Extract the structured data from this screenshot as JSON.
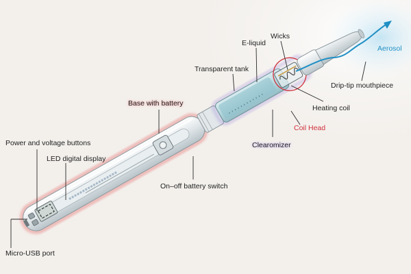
{
  "labels": {
    "aerosol": "Aerosol",
    "wicks": "Wicks",
    "e_liquid": "E-liquid",
    "transparent_tank": "Transparent tank",
    "drip_tip": "Drip-tip mouthpiece",
    "base_battery": "Base with battery",
    "heating_coil": "Heating coil",
    "coil_head": "Coil Head",
    "clearomizer": "Clearomizer",
    "power_buttons": "Power and voltage buttons",
    "led_display": "LED digital display",
    "switch": "On–off battery switch",
    "micro_usb": "Micro-USB port"
  },
  "colors": {
    "aerosol": "#1f8fc4",
    "coil_head": "#d0303a",
    "base_glow": "#e04040",
    "clearomizer_glow": "#8a6fd6",
    "leader_line": "#2a2a2a"
  }
}
